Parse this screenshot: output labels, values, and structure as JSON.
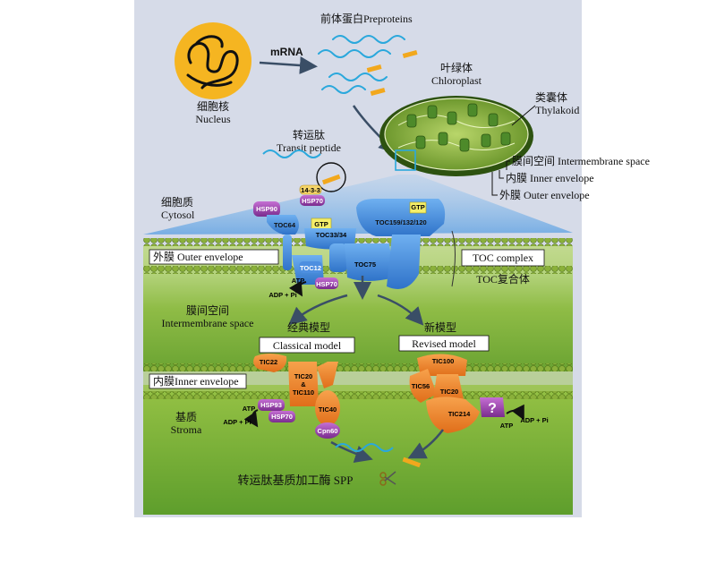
{
  "labels": {
    "preproteins": "前体蛋白Preproteins",
    "mrna": "mRNA",
    "nucleus_cn": "细胞核",
    "nucleus_en": "Nucleus",
    "chloroplast_cn": "叶绿体",
    "chloroplast_en": "Chloroplast",
    "thylakoid_cn": "类囊体",
    "thylakoid_en": "Thylakoid",
    "ims_line": "膜间空间 Intermembrane space",
    "inner_line": "内膜 Inner envelope",
    "outer_line": "外膜 Outer envelope",
    "transit_cn": "转运肽",
    "transit_en": "Transit peptide",
    "cytosol_cn": "细胞质",
    "cytosol_en": "Cytosol",
    "outer_envelope_box": "外膜 Outer envelope",
    "toc_complex_box": "TOC complex",
    "toc_complex_cn": "TOC复合体",
    "ims_cn": "膜间空间",
    "ims_en": "Intermembrane space",
    "classical_cn": "经典模型",
    "classical_box": "Classical model",
    "revised_cn": "新模型",
    "revised_box": "Revised model",
    "inner_envelope_box": "内膜Inner envelope",
    "stroma_cn": "基质",
    "stroma_en": "Stroma",
    "spp": "转运肽基质加工酶 SPP"
  },
  "proteins": {
    "p1433": "14-3-3",
    "hsp70_cyto": "HSP70",
    "hsp90": "HSP90",
    "toc64": "TOC64",
    "gtp1": "GTP",
    "toc3334": "TOC33/34",
    "gtp2": "GTP",
    "toc159": "TOC159/132/120",
    "toc75": "TOC75",
    "toc12": "TOC12",
    "atp1": "ATP",
    "hsp70_ims": "HSP70",
    "adp1": "ADP + Pi",
    "tic22": "TIC22",
    "tic20_classic_1": "TIC20",
    "tic20_classic_2": "&",
    "tic20_classic_3": "TIC110",
    "tic40": "TIC40",
    "atp2": "ATP",
    "hsp93": "HSP93",
    "hsp70_stroma": "HSP70",
    "adp2": "ADP + Pi",
    "cpn60": "Cpn60",
    "tic100": "TIC100",
    "tic56": "TIC56",
    "tic20_rev": "TIC20",
    "tic214": "TIC214",
    "unknown": "?",
    "atp3": "ATP",
    "adp3": "ADP + Pi"
  },
  "colors": {
    "nucleus": "#f5b521",
    "peptide": "#2aa8dc",
    "transit_tag": "#f2a81d",
    "toc_blue": "#3d86d9",
    "tic_orange": "#f08a2b",
    "hsp_purple": "#8a3b9e",
    "gtp_yellow": "#f5ef6a",
    "membrane_green": "#7fa22a"
  }
}
